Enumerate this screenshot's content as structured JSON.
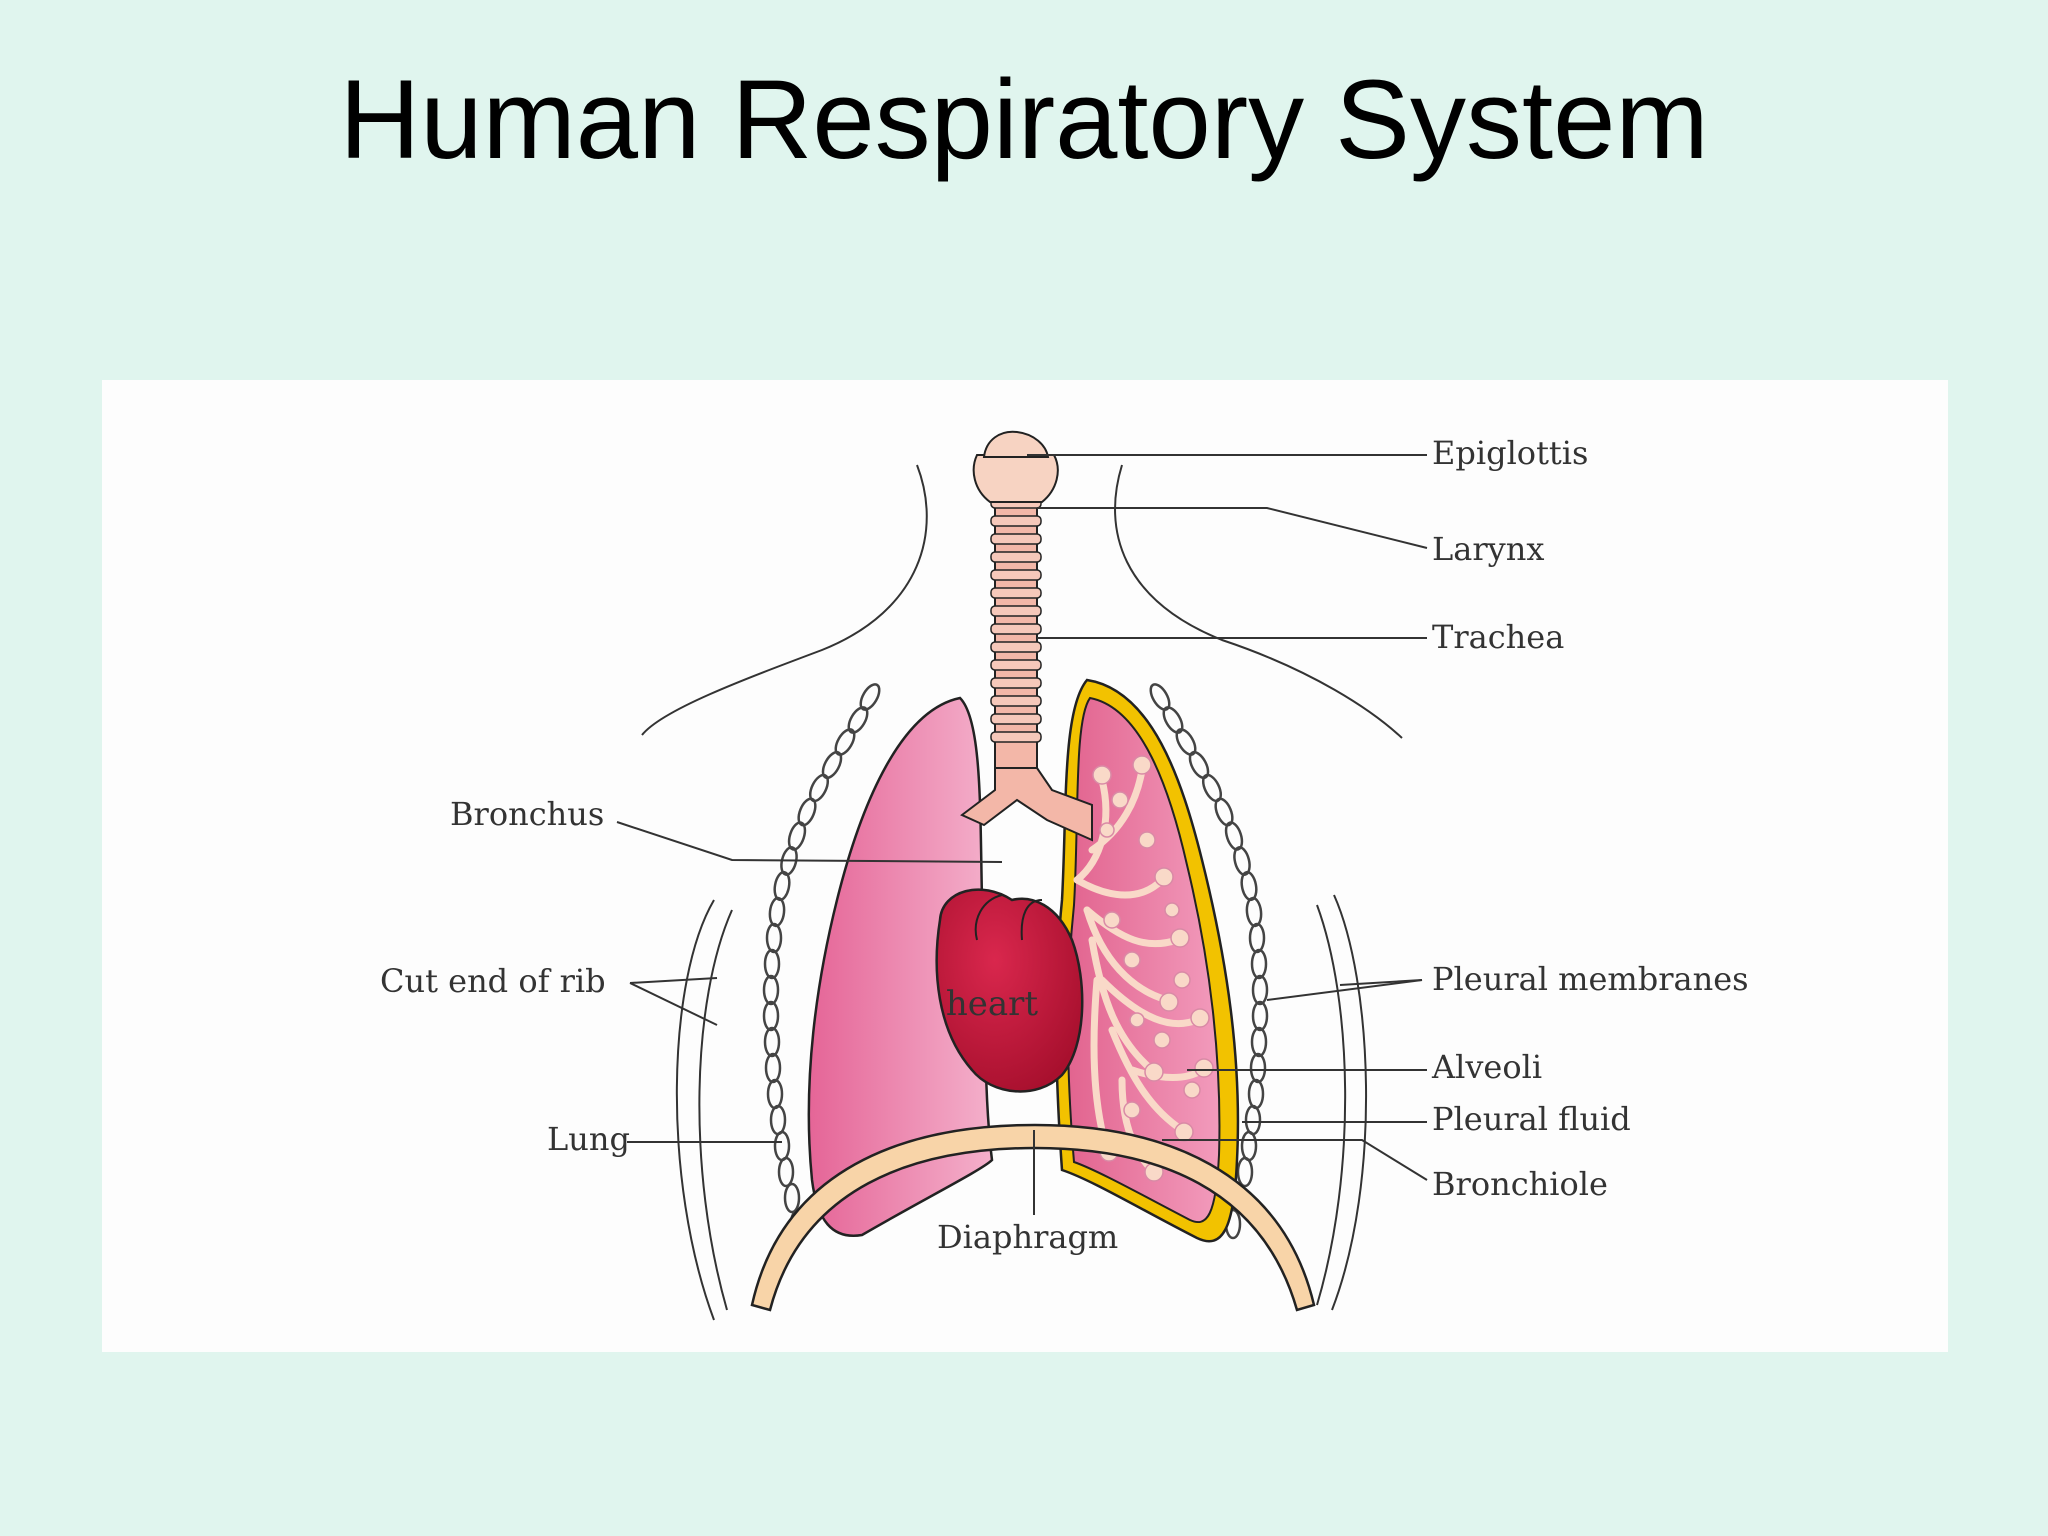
{
  "title": "Human Respiratory System",
  "diagram": {
    "labels": {
      "epiglottis": "Epiglottis",
      "larynx": "Larynx",
      "trachea": "Trachea",
      "bronchus": "Bronchus",
      "cut_end_of_rib": "Cut end of rib",
      "lung": "Lung",
      "diaphragm": "Diaphragm",
      "heart": "heart",
      "pleural_membranes": "Pleural membranes",
      "alveoli": "Alveoli",
      "pleural_fluid": "Pleural fluid",
      "bronchiole": "Bronchiole"
    },
    "colors": {
      "background": "#e0f5ee",
      "panel": "#fdfdfd",
      "lung_left": "#ee8fb4",
      "lung_right": "#e56a9c",
      "pleura": "#f2c200",
      "heart": "#c8193f",
      "trachea": "#f3b7a8",
      "diaphragm": "#f8d4a8",
      "bronchiole_tree": "#f9d9c8"
    }
  }
}
